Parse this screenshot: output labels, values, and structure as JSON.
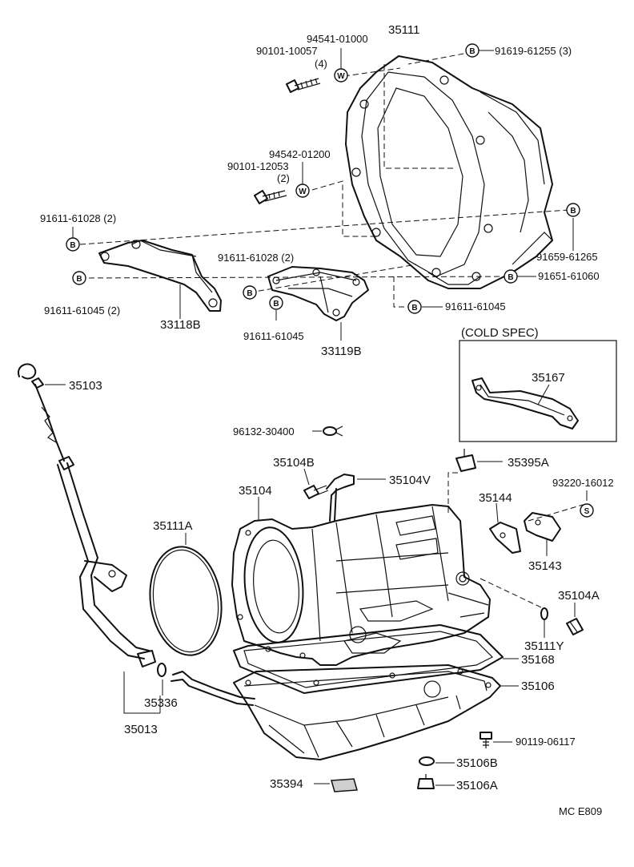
{
  "labels": {
    "p35111": "35111",
    "p94541_01000": "94541-01000",
    "p90101_10057": "90101-10057",
    "q4": "(4)",
    "p91619_61255": "91619-61255 (3)",
    "p94542_01200": "94542-01200",
    "p90101_12053": "90101-12053",
    "q2": "(2)",
    "p91611_61028_a": "91611-61028 (2)",
    "p91659_61265": "91659-61265",
    "p91611_61028_b": "91611-61028 (2)",
    "p91651_61060": "91651-61060",
    "p91611_61045_a": "91611-61045 (2)",
    "p33118B": "33118B",
    "p91611_61045_b": "91611-61045",
    "p91611_61045_c": "91611-61045",
    "p33119B": "33119B",
    "cold_spec": "(COLD SPEC)",
    "p35167": "35167",
    "p35103": "35103",
    "p96132_30400": "96132-30400",
    "p35104B": "35104B",
    "p35104V": "35104V",
    "p35395A": "35395A",
    "p35104": "35104",
    "p93220_16012": "93220-16012",
    "p35144": "35144",
    "p35111A": "35111A",
    "p35143": "35143",
    "p35104A": "35104A",
    "p35111Y": "35111Y",
    "p35168": "35168",
    "p35106": "35106",
    "p35336": "35336",
    "p35013": "35013",
    "p90119_06117": "90119-06117",
    "p35106B": "35106B",
    "p35394": "35394",
    "p35106A": "35106A",
    "diagram_code": "MC  E809"
  },
  "badges": {
    "b": "B",
    "w": "W",
    "s": "S"
  }
}
